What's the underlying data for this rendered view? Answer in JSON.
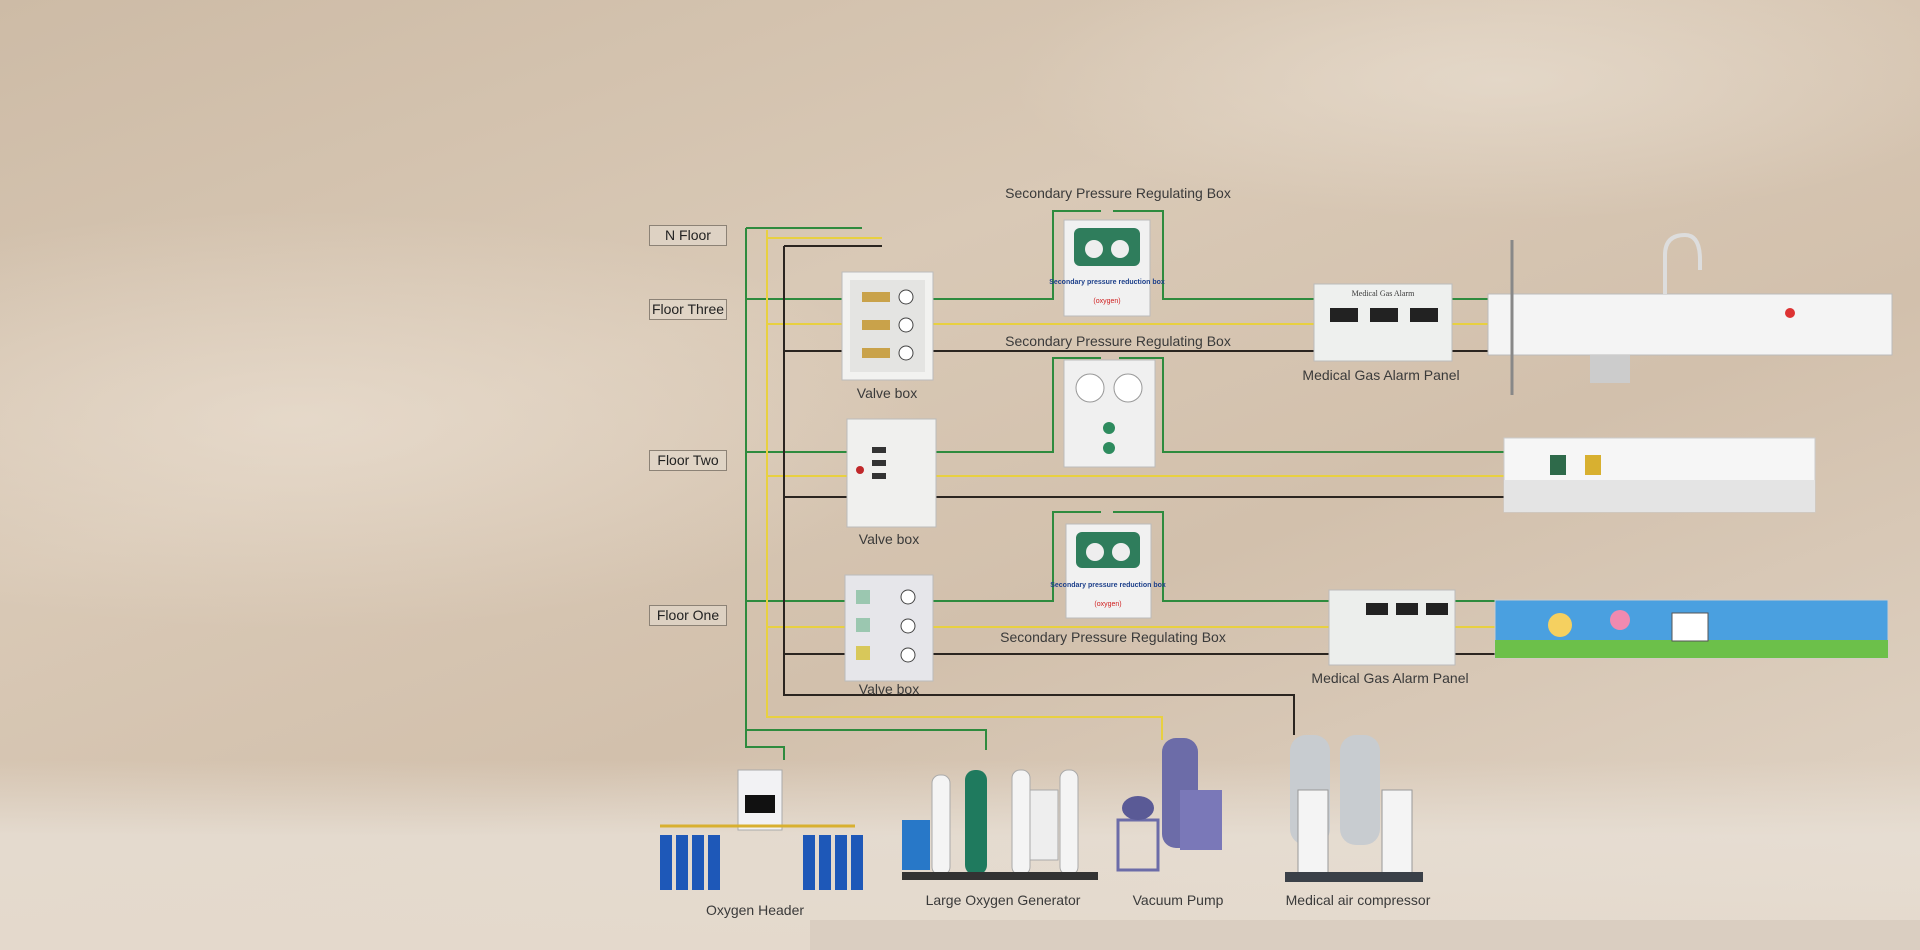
{
  "floors": [
    "N Floor",
    "Floor Three",
    "Floor Two",
    "Floor One"
  ],
  "labels": {
    "valve_box": "Valve box",
    "secondary_box": "Secondary Pressure Regulating Box",
    "alarm_panel": "Medical Gas Alarm Panel",
    "box_face_title": "Secondary pressure reduction box",
    "box_face_gas": "(oxygen)",
    "alarm_face_title": "Medical Gas Alarm"
  },
  "equipment": [
    "Oxygen Header",
    "Large Oxygen Generator",
    "Vacuum Pump",
    "Medical air compressor"
  ],
  "pipe_colors": {
    "oxygen": "#2e8b3e",
    "vacuum": "#e8d040",
    "air": "#2b2520"
  }
}
